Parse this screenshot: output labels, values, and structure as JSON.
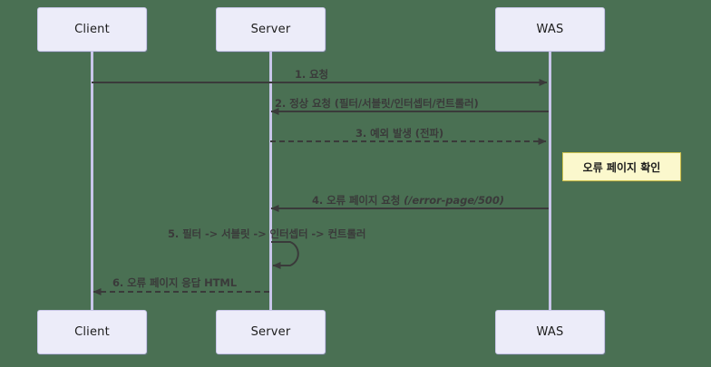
{
  "diagram": {
    "type": "sequence-diagram",
    "background_color": "#4a7053",
    "participant_fill": "#ececf9",
    "participant_border": "#c9c7e8",
    "lifeline_color": "#c9c6ea",
    "arrow_color": "#3a3a3a",
    "note_fill": "#fbf8cd",
    "note_border": "#ccc24e"
  },
  "participants": [
    {
      "id": "client",
      "label": "Client"
    },
    {
      "id": "server",
      "label": "Server"
    },
    {
      "id": "was",
      "label": "WAS"
    }
  ],
  "participants_bottom": [
    {
      "id": "client",
      "label": "Client"
    },
    {
      "id": "server",
      "label": "Server"
    },
    {
      "id": "was",
      "label": "WAS"
    }
  ],
  "messages": [
    {
      "number": "1",
      "label": "1. 요청",
      "from": "client",
      "to": "was",
      "style": "solid",
      "direction": "right"
    },
    {
      "number": "2",
      "label": "2. 정상 요청 (필터/서블릿/인터셉터/컨트롤러)",
      "from": "was",
      "to": "server",
      "style": "solid",
      "direction": "left"
    },
    {
      "number": "3",
      "label": "3. 예외 발생 (전파)",
      "from": "server",
      "to": "was",
      "style": "dashed",
      "direction": "right"
    },
    {
      "number": "4",
      "label": "4. 오류 페이지 요청 ",
      "label_path": "(/error-page/500)",
      "from": "was",
      "to": "server",
      "style": "solid",
      "direction": "left"
    },
    {
      "number": "5",
      "label": "5. 필터 -> 서블릿 -> 인터셉터 -> 컨트롤러",
      "from": "server",
      "to": "server",
      "style": "solid",
      "direction": "self"
    },
    {
      "number": "6",
      "label": "6. 오류 페이지 응답 HTML",
      "from": "server",
      "to": "client",
      "style": "dashed",
      "direction": "left"
    }
  ],
  "notes": [
    {
      "id": "error-page-check",
      "label": "오류 페이지 확인"
    }
  ]
}
